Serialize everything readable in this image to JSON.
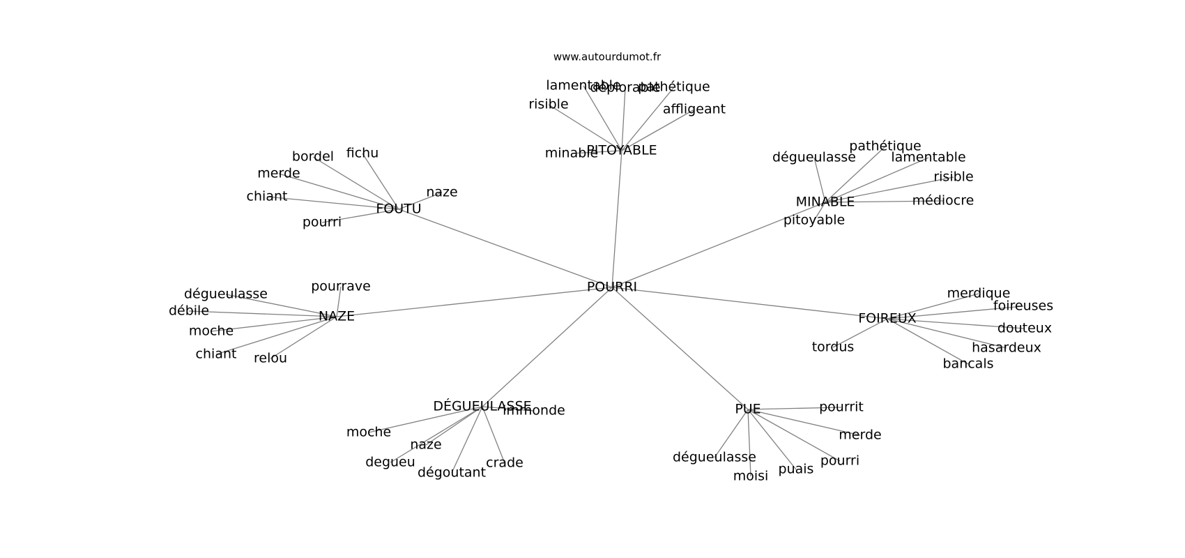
{
  "source": "www.autourdumot.fr",
  "graph": {
    "center": "POURRI",
    "clusters": [
      {
        "hub": "PITOYABLE",
        "leaves": [
          "lamentable",
          "déplorable",
          "pathétique",
          "affligeant",
          "risible",
          "minable"
        ]
      },
      {
        "hub": "FOUTU",
        "leaves": [
          "bordel",
          "fichu",
          "merde",
          "naze",
          "chiant",
          "pourri"
        ]
      },
      {
        "hub": "MINABLE",
        "leaves": [
          "pathétique",
          "dégueulasse",
          "lamentable",
          "risible",
          "médiocre",
          "pitoyable"
        ]
      },
      {
        "hub": "NAZE",
        "leaves": [
          "pourrave",
          "dégueulasse",
          "débile",
          "moche",
          "chiant",
          "relou"
        ]
      },
      {
        "hub": "FOIREUX",
        "leaves": [
          "merdique",
          "foireuses",
          "douteux",
          "hasardeux",
          "bancals",
          "tordus"
        ]
      },
      {
        "hub": "DÉGUEULASSE",
        "leaves": [
          "immonde",
          "moche",
          "naze",
          "degueu",
          "dégoutant",
          "crade"
        ]
      },
      {
        "hub": "PUE",
        "leaves": [
          "pourrit",
          "merde",
          "pourri",
          "puais",
          "moisi",
          "dégueulasse"
        ]
      }
    ]
  }
}
